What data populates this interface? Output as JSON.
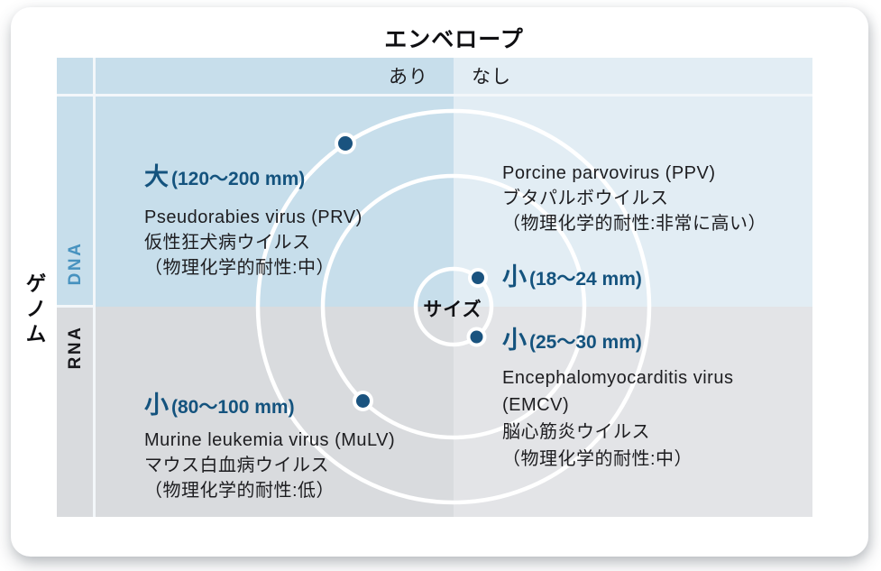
{
  "axes": {
    "envelope": {
      "label": "エンベロープ",
      "yes": "あり",
      "no": "なし"
    },
    "genome": {
      "label": "ゲノム",
      "dna": "DNA",
      "rna": "RNA"
    },
    "size": {
      "label": "サイズ"
    }
  },
  "quadrants": {
    "top_left": {
      "size_kanji": "大",
      "size_range": "(120〜200 mm)",
      "virus_en": "Pseudorabies virus (PRV)",
      "virus_ja": "仮性狂犬病ウイルス",
      "resistance": "（物理化学的耐性:中）"
    },
    "top_right": {
      "virus_en": "Porcine parvovirus (PPV)",
      "virus_ja": "ブタパルボウイルス",
      "resistance": "（物理化学的耐性:非常に高い）",
      "size_kanji": "小",
      "size_range": "(18〜24 mm)"
    },
    "bottom_left": {
      "size_kanji": "小",
      "size_range": "(80〜100 mm)",
      "virus_en": "Murine leukemia virus (MuLV)",
      "virus_ja": "マウス白血病ウイルス",
      "resistance": "（物理化学的耐性:低）"
    },
    "bottom_right": {
      "size_kanji": "小",
      "size_range": "(25〜30 mm)",
      "virus_en": "Encephalomyocarditis virus (EMCV)",
      "virus_ja": "脳心筋炎ウイルス",
      "resistance": "（物理化学的耐性:中）"
    }
  },
  "colors": {
    "accent_text_blue": "#14537e",
    "dot_fill": "#1a537f",
    "dna_label_blue": "#4792bf",
    "quad_dna_enveloped": "#c7deeb",
    "quad_dna_nonenveloped": "#e2edf4",
    "quad_rna_enveloped": "#d9dbde",
    "quad_rna_nonenveloped": "#e3e4e7",
    "ring_stroke": "#ffffff"
  }
}
